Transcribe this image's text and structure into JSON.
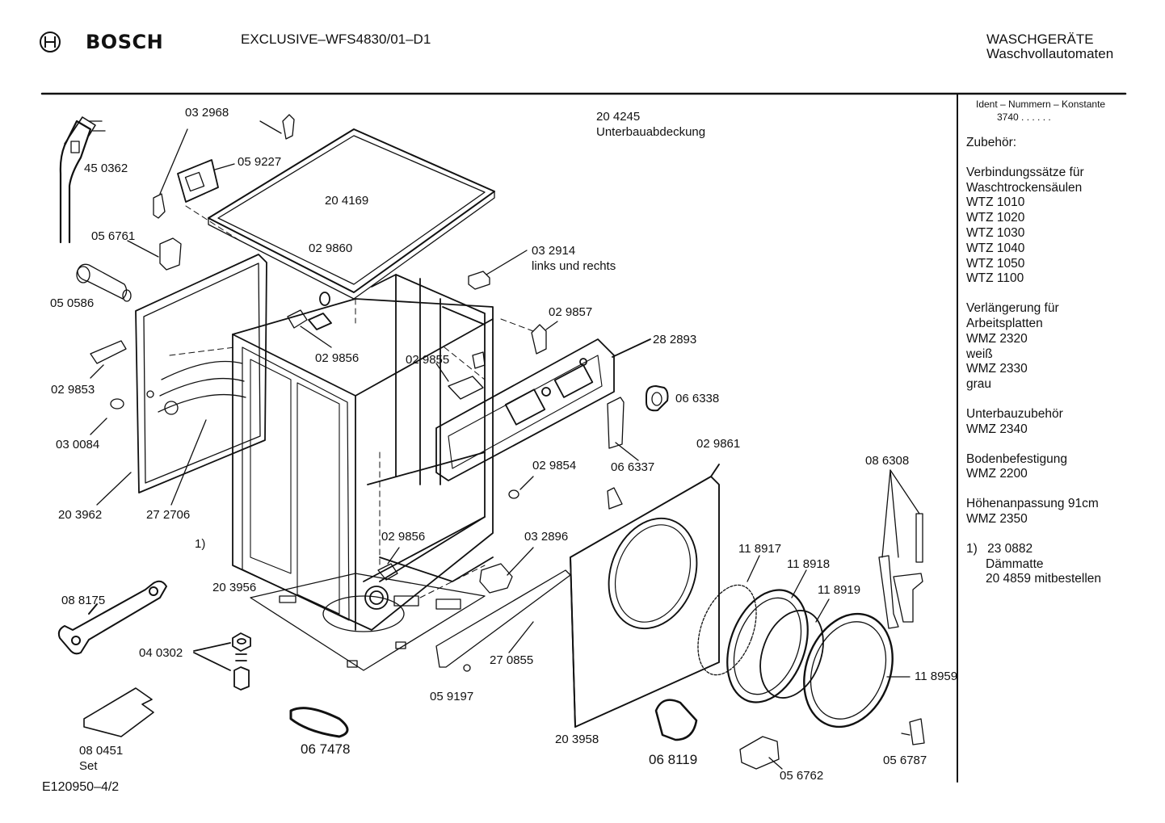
{
  "header": {
    "brand": "BOSCH",
    "model": "EXCLUSIVE–WFS4830/01–D1",
    "category": "WASCHGERÄTE",
    "subcategory": "Waschvollautomaten"
  },
  "sidebar": {
    "ident_title": "Ident – Nummern – Konstante",
    "ident_value": "3740 . . . . . .",
    "accessories_title": "Zubehör:",
    "connection_sets_title": "Verbindungssätze für",
    "connection_sets_sub": "Waschtrockensäulen",
    "connection_sets": [
      "WTZ 1010",
      "WTZ 1020",
      "WTZ 1030",
      "WTZ 1040",
      "WTZ 1050",
      "WTZ 1100"
    ],
    "extension_title": "Verlängerung für",
    "extension_sub": "Arbeitsplatten",
    "extension_code_1": "WMZ 2320",
    "extension_color_1": "weiß",
    "extension_code_2": "WMZ 2330",
    "extension_color_2": "grau",
    "underbuild_title": "Unterbauzubehör",
    "underbuild_code": "WMZ 2340",
    "floor_title": "Bodenbefestigung",
    "floor_code": "WMZ 2200",
    "height_title": "Höhenanpassung  91cm",
    "height_code": "WMZ 2350",
    "footnote_mark": "1)",
    "footnote_part": "23 0882",
    "footnote_name": "Dämmatte",
    "footnote_note": "20 4859 mitbestellen"
  },
  "parts": {
    "p450362": "45 0362",
    "p032968": "03 2968",
    "p059227": "05 9227",
    "p204169": "20 4169",
    "p204245": "20 4245",
    "p204245_name": "Unterbauabdeckung",
    "p056761": "05 6761",
    "p029860": "02 9860",
    "p032914": "03 2914",
    "p032914_note": "links und rechts",
    "p050586": "05 0586",
    "p029857": "02 9857",
    "p282893": "28 2893",
    "p029856a": "02 9856",
    "p029855": "02 9855",
    "p029853": "02 9853",
    "p066338": "06 6338",
    "p030084": "03 0084",
    "p066337": "06 6337",
    "p029861": "02 9861",
    "p029854": "02 9854",
    "p086308": "08 6308",
    "p203962": "20 3962",
    "p272706": "27 2706",
    "p_ref1": "1)",
    "p029856b": "02 9856",
    "p032896": "03 2896",
    "p118917": "11 8917",
    "p118918": "11 8918",
    "p118919": "11 8919",
    "p203956": "20 3956",
    "p088175": "08 8175",
    "p040302": "04 0302",
    "p270855": "27 0855",
    "p118959": "11 8959",
    "p059197": "05 9197",
    "p203958": "20 3958",
    "p080451": "08  0451",
    "p080451_note": "Set",
    "p067478": "06 7478",
    "p068119": "06 8119",
    "p056787": "05 6787",
    "p056762": "05 6762"
  },
  "footer": {
    "drawing_id": "E120950–4/2"
  }
}
